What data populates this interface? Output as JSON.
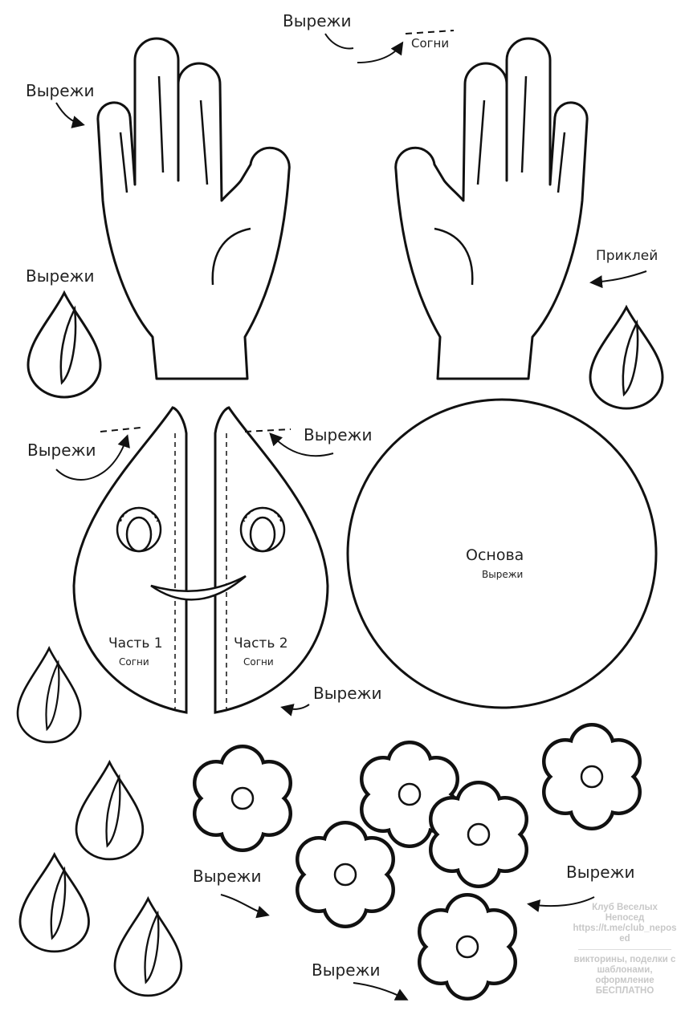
{
  "labels": {
    "cut": "Вырежи",
    "fold": "Согни",
    "glue": "Приклей",
    "part1": "Часть 1",
    "part2": "Часть 2",
    "base": "Основа"
  },
  "watermark": {
    "club": "Клуб Веселых Непосед",
    "link": "https://t.me/club_neposed",
    "promo": "викторины, поделки с шаблонами, оформление БЕСПЛАТНО"
  },
  "colors": {
    "stroke": "#111111",
    "background": "#ffffff",
    "watermark": "#c8c8c8"
  }
}
